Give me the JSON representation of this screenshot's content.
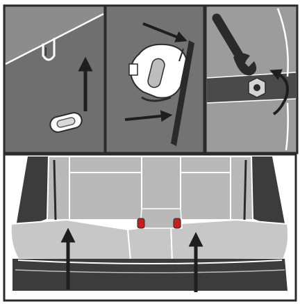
{
  "figure": {
    "panels": [
      {
        "name": "panel-1",
        "icons": [
          "seat-hook-icon",
          "latch-cap-icon",
          "arrow-up-icon"
        ]
      },
      {
        "name": "panel-2",
        "icons": [
          "latch-clip-icon",
          "arrow-right-icon",
          "arrow-right-icon"
        ]
      },
      {
        "name": "panel-3",
        "icons": [
          "wrench-icon",
          "hex-bolt-icon",
          "rotate-arrow-icon"
        ]
      },
      {
        "name": "panel-4",
        "icons": [
          "rear-seat-icon",
          "red-latch-icon",
          "arrow-up-icon",
          "arrow-up-icon"
        ]
      }
    ],
    "colors": {
      "frame": "#2b2b2b",
      "panel_bg": "#6f6f6f",
      "panel_mid": "#7a7a7a",
      "seat_fill": "#b9b9b9",
      "seat_dark": "#3c3c3c",
      "arrow": "#1e1e1e",
      "latch_red": "#c41e1e",
      "line_white": "#ffffff"
    }
  }
}
